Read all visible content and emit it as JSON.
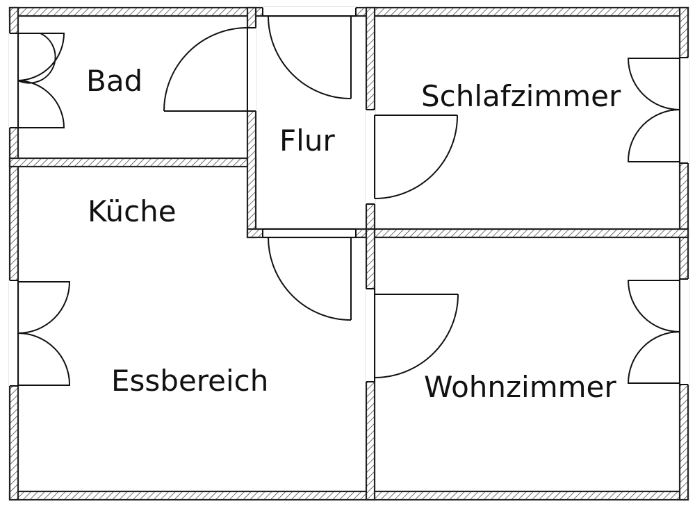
{
  "rooms": {
    "bad": "Bad",
    "flur": "Flur",
    "schlafzimmer": "Schlafzimmer",
    "kueche": "Küche",
    "essbereich": "Essbereich",
    "wohnzimmer": "Wohnzimmer"
  },
  "colors": {
    "line": "#111111",
    "background": "#ffffff"
  }
}
